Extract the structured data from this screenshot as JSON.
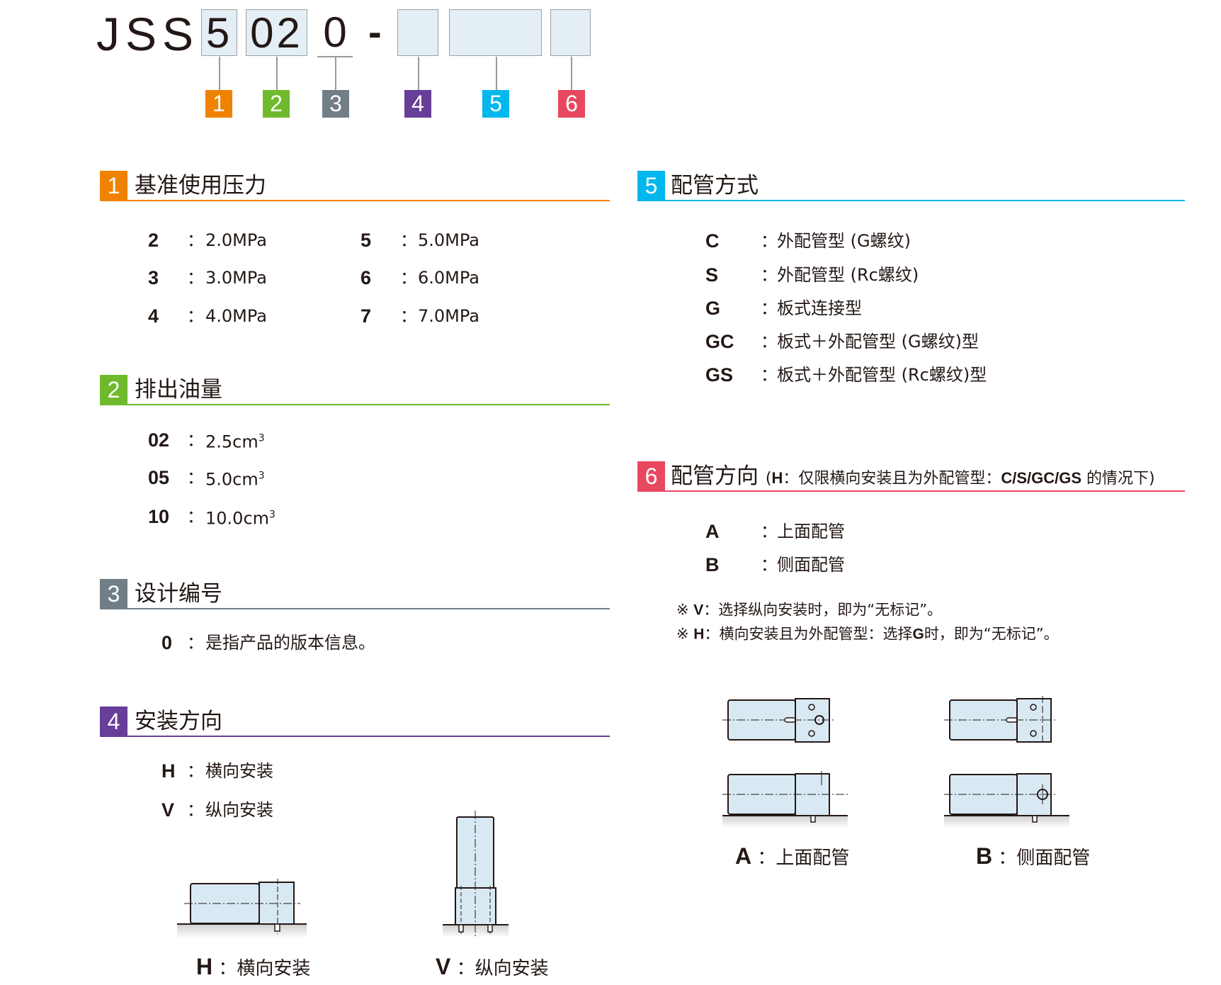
{
  "model_code": {
    "prefix": "JSS",
    "field1_value": "5",
    "field2_value": "02",
    "field3_value": "0",
    "dash": "-",
    "badges": [
      "1",
      "2",
      "3",
      "4",
      "5",
      "6"
    ]
  },
  "colors": {
    "s1": "#ef8200",
    "s2": "#6fba2c",
    "s3": "#717e86",
    "s4": "#673f98",
    "s5": "#00b7ee",
    "s6": "#e8485f",
    "box_fill": "#e3eef5",
    "part_fill": "#d9e9f4"
  },
  "sections": {
    "s1": {
      "num": "1",
      "title": "基准使用压力",
      "items": [
        {
          "key": "2",
          "value": "2.0MPa"
        },
        {
          "key": "3",
          "value": "3.0MPa"
        },
        {
          "key": "4",
          "value": "4.0MPa"
        },
        {
          "key": "5",
          "value": "5.0MPa"
        },
        {
          "key": "6",
          "value": "6.0MPa"
        },
        {
          "key": "7",
          "value": "7.0MPa"
        }
      ]
    },
    "s2": {
      "num": "2",
      "title": "排出油量",
      "items": [
        {
          "key": "02",
          "value": "2.5cm",
          "sup": "3"
        },
        {
          "key": "05",
          "value": "5.0cm",
          "sup": "3"
        },
        {
          "key": "10",
          "value": "10.0cm",
          "sup": "3"
        }
      ]
    },
    "s3": {
      "num": "3",
      "title": "设计编号",
      "items": [
        {
          "key": "0",
          "value": "是指产品的版本信息。"
        }
      ]
    },
    "s4": {
      "num": "4",
      "title": "安装方向",
      "items": [
        {
          "key": "H",
          "value": "横向安装"
        },
        {
          "key": "V",
          "value": "纵向安装"
        }
      ],
      "captions": [
        {
          "key": "H",
          "text": "横向安装"
        },
        {
          "key": "V",
          "text": "纵向安装"
        }
      ]
    },
    "s5": {
      "num": "5",
      "title": "配管方式",
      "items": [
        {
          "key": "C",
          "value": "外配管型 (G螺纹)"
        },
        {
          "key": "S",
          "value": "外配管型 (Rc螺纹)"
        },
        {
          "key": "G",
          "value": "板式连接型"
        },
        {
          "key": "GC",
          "value": "板式＋外配管型 (G螺纹)型"
        },
        {
          "key": "GS",
          "value": "板式＋外配管型 (Rc螺纹)型"
        }
      ]
    },
    "s6": {
      "num": "6",
      "title": "配管方向",
      "sub_open": "(",
      "sub_h": "H",
      "sub_mid": "：仅限横向安装且为外配管型：",
      "sub_codes": "C/S/GC/GS",
      "sub_end": " 的情况下)",
      "items": [
        {
          "key": "A",
          "value": "上面配管"
        },
        {
          "key": "B",
          "value": "侧面配管"
        }
      ],
      "notes": [
        {
          "mark": "※",
          "key": "V",
          "text1": "：选择纵向安装时，即为“无标记”。"
        },
        {
          "mark": "※",
          "key": "H",
          "text1": "：横向安装且为外配管型：选择",
          "bold": "G",
          "text2": "时，即为“无标记”。"
        }
      ],
      "captions": [
        {
          "key": "A",
          "text": "上面配管"
        },
        {
          "key": "B",
          "text": "侧面配管"
        }
      ]
    }
  },
  "colon": "："
}
